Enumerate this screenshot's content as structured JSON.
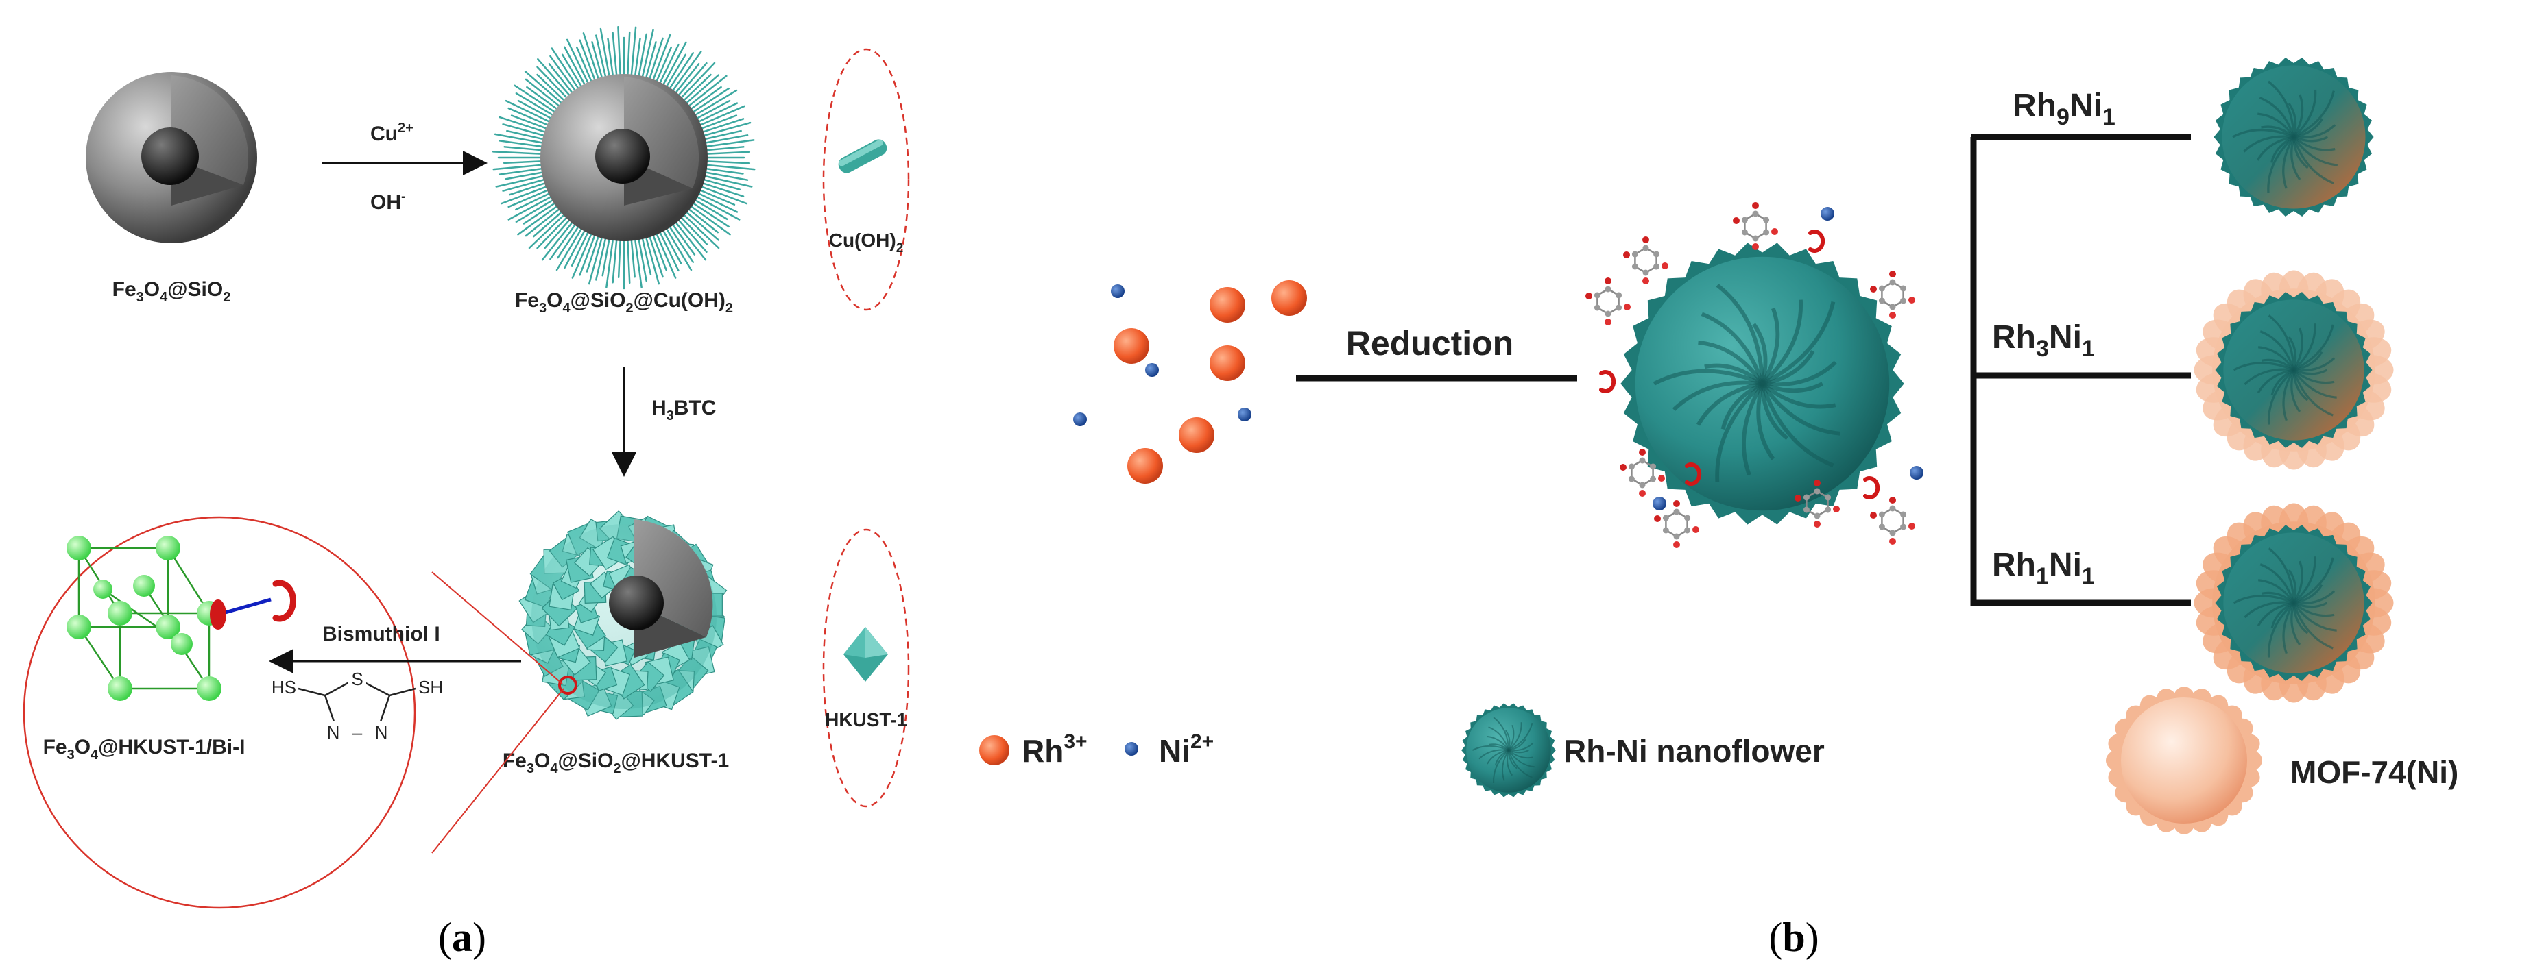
{
  "panel_a": {
    "caption_open": "(",
    "caption_letter": "a",
    "caption_close": ")",
    "core_shell_label": {
      "base": "Fe",
      "s1": "3",
      "m1": "O",
      "s2": "4",
      "tail": "@SiO",
      "s3": "2"
    },
    "cu_oh_label": {
      "base": "Fe",
      "s1": "3",
      "m1": "O",
      "s2": "4",
      "m2": "@SiO",
      "s3": "2",
      "tail": "@Cu(OH)",
      "s4": "2"
    },
    "hkust_label": {
      "base": "Fe",
      "s1": "3",
      "m1": "O",
      "s2": "4",
      "m2": "@SiO",
      "s3": "2",
      "tail": "@HKUST-1"
    },
    "product_label": {
      "base": "Fe",
      "s1": "3",
      "m1": "O",
      "s2": "4",
      "tail": "@HKUST-1/Bi-I"
    },
    "arrow1_top": {
      "base": "Cu",
      "sup": "2+"
    },
    "arrow1_bottom": {
      "base": "OH",
      "sup": "-"
    },
    "arrow2_label": {
      "base": "H",
      "sub": "3",
      "tail": "BTC"
    },
    "arrow3_label": "Bismuthiol I",
    "inset_cu": {
      "base": "Cu(OH)",
      "sub": "2"
    },
    "inset_hkust": "HKUST-1",
    "thiadiazole": {
      "sh_left": "HS",
      "sh_right": "SH",
      "s_atom": "S",
      "n_left": "N",
      "n_right": "N",
      "bond": "–"
    }
  },
  "panel_b": {
    "caption_open": "(",
    "caption_letter": "b",
    "caption_close": ")",
    "reduction_label": "Reduction",
    "branches": [
      {
        "base": "Rh",
        "s1": "9",
        "mid": "Ni",
        "s2": "1"
      },
      {
        "base": "Rh",
        "s1": "3",
        "mid": "Ni",
        "s2": "1"
      },
      {
        "base": "Rh",
        "s1": "1",
        "mid": "Ni",
        "s2": "1"
      }
    ],
    "legend": {
      "rh": {
        "base": "Rh",
        "sup": "3+"
      },
      "ni": {
        "base": "Ni",
        "sup": "2+"
      },
      "nanoflower": "Rh-Ni nanoflower",
      "mof": "MOF-74(Ni)"
    }
  },
  "colors": {
    "teal": "#2a8c89",
    "teal_dark": "#16605e",
    "rh_ion": "#f05a28",
    "ni_ion": "#1a55b0",
    "mof_shell": "#f2b08d",
    "inset_dash": "#d9342b",
    "sphere_gray": "#6f6f6f"
  }
}
